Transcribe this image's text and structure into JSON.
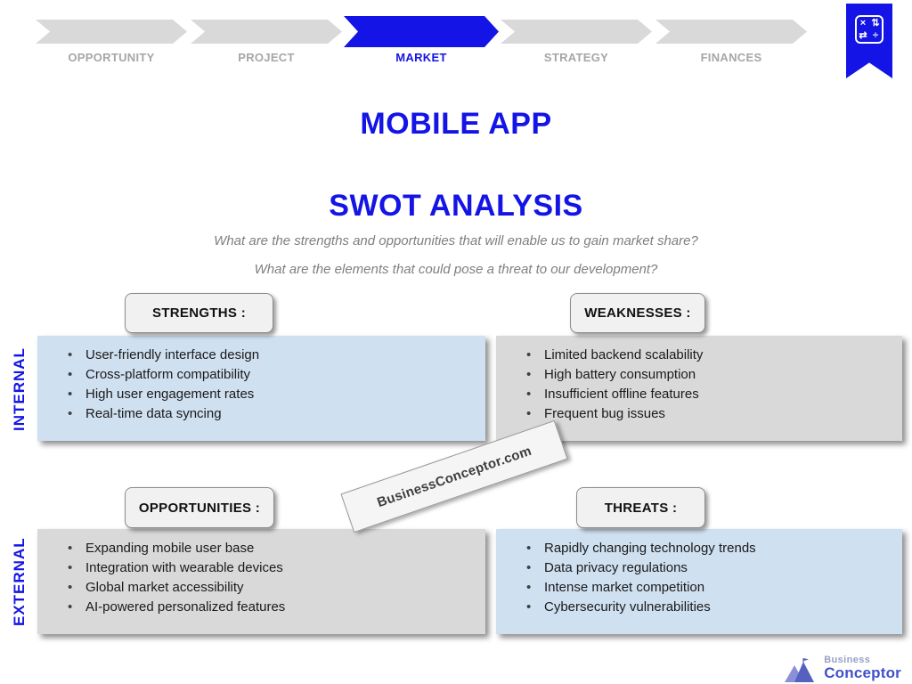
{
  "nav": {
    "steps": [
      {
        "label": "OPPORTUNITY",
        "active": false
      },
      {
        "label": "PROJECT",
        "active": false
      },
      {
        "label": "MARKET",
        "active": true
      },
      {
        "label": "STRATEGY",
        "active": false
      },
      {
        "label": "FINANCES",
        "active": false
      }
    ]
  },
  "badge": {
    "icon": "calculator-icon",
    "glyphs": [
      "×",
      "⇅",
      "⇄",
      "÷"
    ]
  },
  "header": {
    "title": "MOBILE APP",
    "subtitle": "SWOT ANALYSIS",
    "questions": [
      "What are the strengths and opportunities that will enable us to gain market share?",
      "What are the elements that could pose a threat to our development?"
    ]
  },
  "swot": {
    "internal_label": "INTERNAL",
    "external_label": "EXTERNAL",
    "quadrants": [
      {
        "id": "strengths",
        "title": "STRENGTHS :",
        "tone": "blue",
        "items": [
          "User-friendly interface design",
          "Cross-platform compatibility",
          "High user engagement rates",
          "Real-time data syncing"
        ]
      },
      {
        "id": "weaknesses",
        "title": "WEAKNESSES :",
        "tone": "gray",
        "items": [
          "Limited backend scalability",
          "High battery consumption",
          "Insufficient offline features",
          "Frequent bug issues"
        ]
      },
      {
        "id": "opportunities",
        "title": "OPPORTUNITIES :",
        "tone": "gray",
        "items": [
          "Expanding mobile user base",
          "Integration with wearable devices",
          "Global market accessibility",
          "AI-powered personalized features"
        ]
      },
      {
        "id": "threats",
        "title": "THREATS :",
        "tone": "blue",
        "items": [
          "Rapidly changing technology trends",
          "Data privacy regulations",
          "Intense market competition",
          "Cybersecurity vulnerabilities"
        ]
      }
    ]
  },
  "watermark": {
    "text": "BusinessConceptor.com"
  },
  "logo": {
    "top": "Business",
    "bottom": "Conceptor"
  },
  "colors": {
    "accent": "#1414e6",
    "box-blue": "#cfe0f1",
    "box-gray": "#d9d9d9",
    "chevron-gray": "#d9d9d9",
    "label-gray": "#a6a6a6",
    "question-gray": "#7f7f7f"
  }
}
